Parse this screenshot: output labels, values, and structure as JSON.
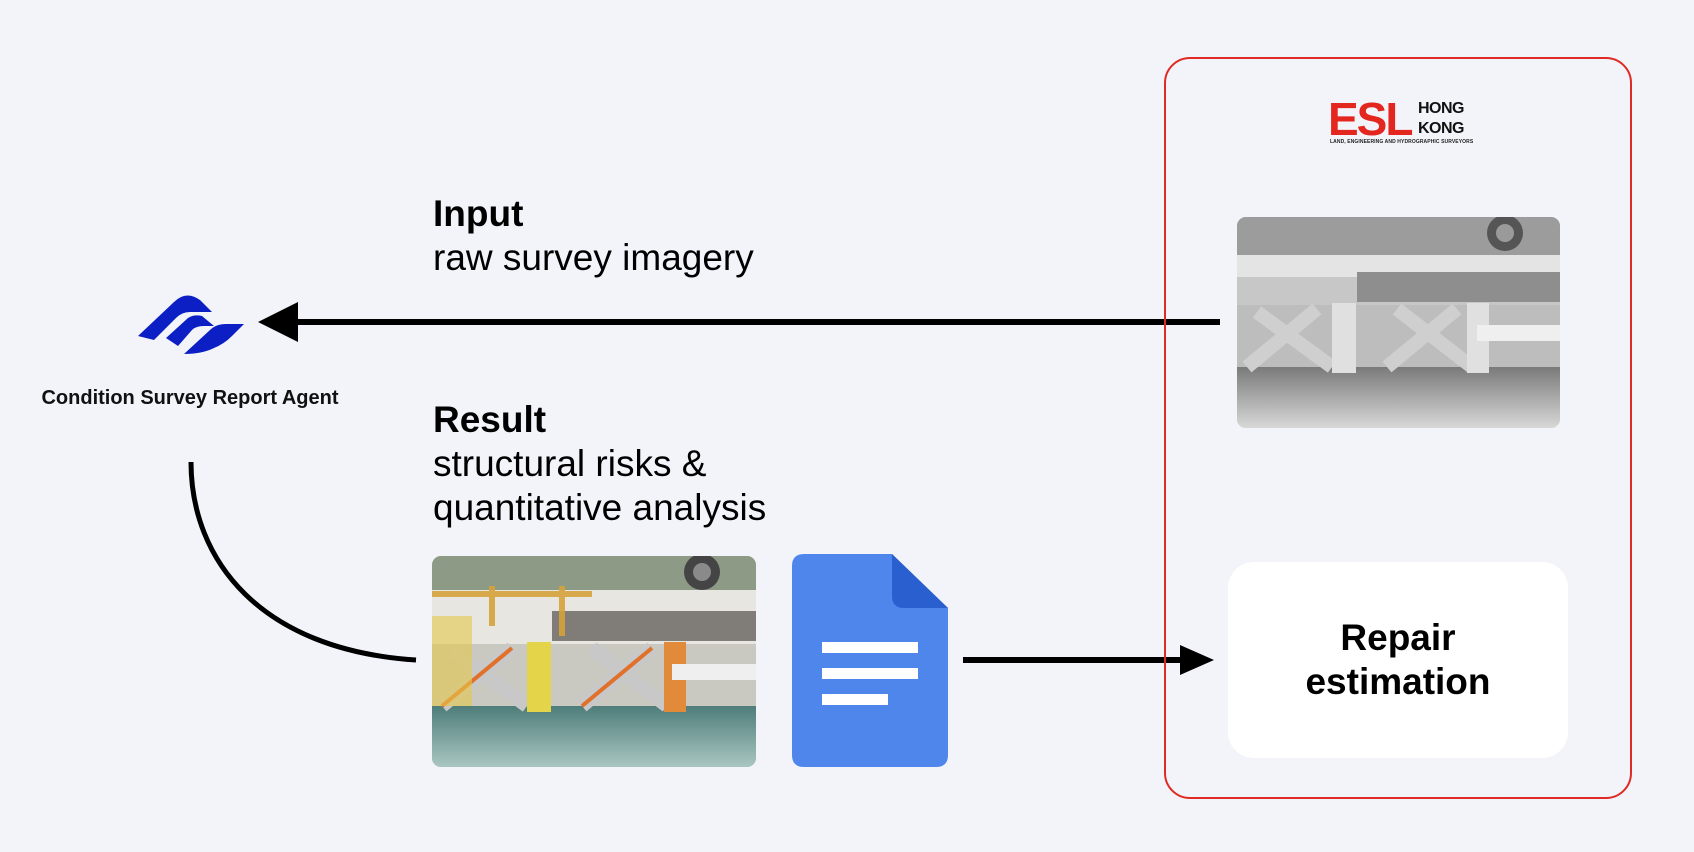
{
  "agent": {
    "label": "Condition Survey Report Agent",
    "icon": "agent-logo-icon",
    "color": "#0c1fc4"
  },
  "input": {
    "heading": "Input",
    "description": "raw survey imagery"
  },
  "result": {
    "heading": "Result",
    "description_line1": "structural risks &",
    "description_line2": "quantitative analysis"
  },
  "esl_panel": {
    "logo_main": "ESL",
    "logo_side_line1": "HONG",
    "logo_side_line2": "KONG",
    "logo_tagline": "LAND, ENGINEERING AND HYDROGRAPHIC SURVEYORS",
    "border_color": "#e02a24",
    "brand_color": "#e3271f"
  },
  "repair": {
    "label": "Repair\nestimation"
  },
  "document": {
    "icon": "google-docs-icon",
    "color": "#4f86ec"
  }
}
